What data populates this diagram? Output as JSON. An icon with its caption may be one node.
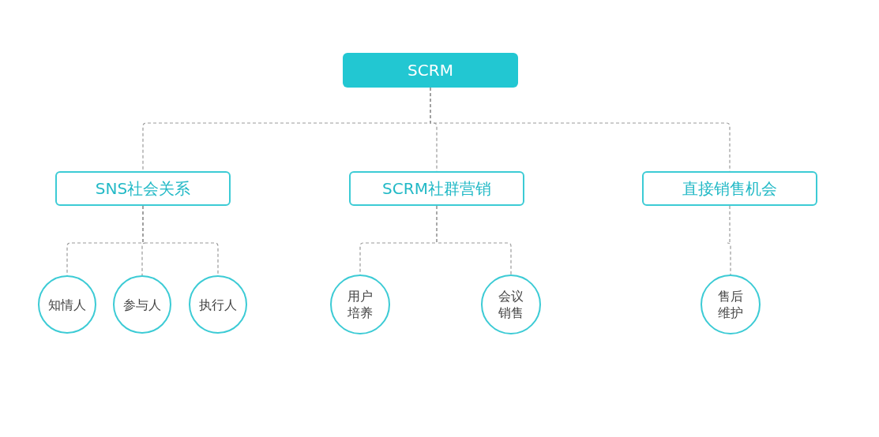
{
  "diagram": {
    "nodes": [
      {
        "text": [
          "SCRM"
        ]
      },
      {
        "text": [
          "SNS社会关系"
        ]
      },
      {
        "text": [
          "SCRM社群营销"
        ]
      },
      {
        "text": [
          "直接销售机会"
        ]
      },
      {
        "text": [
          "知情人"
        ]
      },
      {
        "text": [
          "参与人"
        ]
      },
      {
        "text": [
          "执行人"
        ]
      },
      {
        "text": [
          "用户培养"
        ]
      },
      {
        "text": [
          "会议销售"
        ]
      },
      {
        "text": [
          "售后维护"
        ]
      }
    ],
    "edges": [
      {
        "from": 0,
        "to": 1,
        "arrow": "none",
        "style": "dashed"
      },
      {
        "from": 0,
        "to": 2,
        "arrow": "none",
        "style": "dashed"
      },
      {
        "from": 0,
        "to": 3,
        "arrow": "none",
        "style": "dashed"
      },
      {
        "from": 1,
        "to": 4,
        "arrow": "none",
        "style": "dashed"
      },
      {
        "from": 1,
        "to": 5,
        "arrow": "none",
        "style": "dashed"
      },
      {
        "from": 1,
        "to": 6,
        "arrow": "none",
        "style": "dashed"
      },
      {
        "from": 2,
        "to": 7,
        "arrow": "none",
        "style": "dashed"
      },
      {
        "from": 2,
        "to": 8,
        "arrow": "none",
        "style": "dashed"
      },
      {
        "from": 3,
        "to": 9,
        "arrow": "none",
        "style": "dashed"
      }
    ]
  }
}
